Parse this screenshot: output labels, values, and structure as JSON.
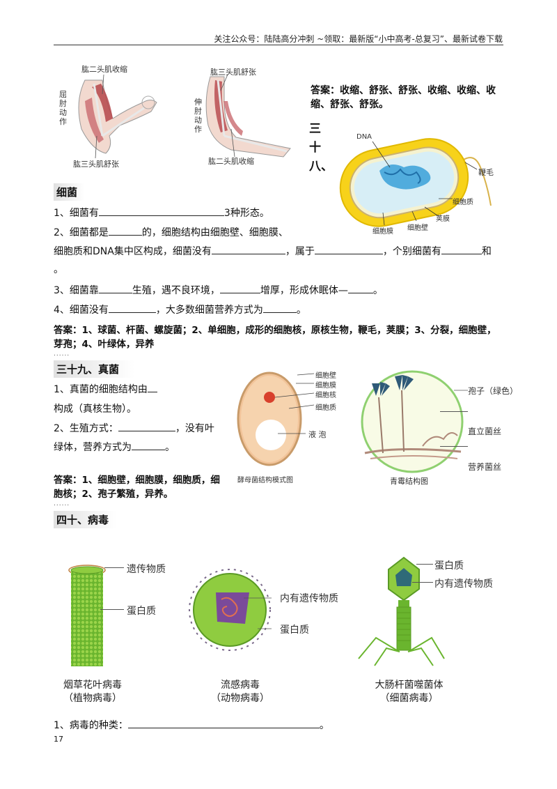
{
  "header": {
    "text": "关注公众号：陆陆高分冲刺  ~领取：最新版“小中高考-总复习”、最新试卷下载"
  },
  "muscle_figure": {
    "label_top_left": "肱二头肌收缩",
    "label_side_left": [
      "屈",
      "肘",
      "动",
      "作"
    ],
    "label_bottom_left": "肱三头肌舒张",
    "label_top_right": "肱三头肌舒张",
    "label_side_right": [
      "伸",
      "肘",
      "动",
      "作"
    ],
    "label_bottom_right": "肱二头肌收缩"
  },
  "muscle_answer": {
    "line1": "答案：收缩、舒张、舒张、收缩、收缩、收",
    "line2": "缩、舒张、舒张。"
  },
  "sec38": {
    "chars": [
      "三",
      "十",
      "八",
      "、"
    ]
  },
  "bacteria_figure": {
    "dna": "DNA",
    "flagellum": "鞭毛",
    "cytoplasm": "细胞质",
    "capsule": "荚膜",
    "cell_wall": "细胞壁",
    "cell_membrane": "细胞膜"
  },
  "bacteria": {
    "title": "细菌",
    "q1_pre": "1、细菌有",
    "q1_post": "3种形态。",
    "q2_pre": "2、细菌都是",
    "q2_post": "的，细胞结构由细胞壁、细胞膜、",
    "q2b_pre": "细胞质和DNA集中区构成，细菌没有",
    "q2b_mid": "，属于",
    "q2b_mid2": "，个别细菌有",
    "q2b_post": "和",
    "q2c": "。",
    "q3_pre": "3、细菌靠",
    "q3_mid": "生殖，遇不良环境，",
    "q3_mid2": "增厚，形成休眠体—",
    "q3_post": "。",
    "q4_pre": "4、细菌没有",
    "q4_mid": "，大多数细菌营养方式为",
    "q4_post": "。",
    "answer1": "答案：1、球菌、杆菌、螺旋菌；2、单细胞，成形的细胞核，原核生物，鞭毛，荚膜；3、分裂，细胞壁，",
    "answer2": "芽孢；4、叶绿体，异养",
    "dots": "......"
  },
  "fungi": {
    "title": "三十九、真菌",
    "q1_pre": "1、真菌的细胞结构由",
    "q1b": "构成（真核生物）。",
    "q2_pre": "2、生殖方式：",
    "q2_post": "，没有叶",
    "q2b_pre": "绿体，营养方式为",
    "q2b_post": "。",
    "answer1": "答案：1、细胞壁，细胞膜，细胞质，细",
    "answer2": "胞核；2、孢子繁殖，异养。",
    "dots": "......"
  },
  "yeast_figure": {
    "cell_wall": "细胞壁",
    "cell_membrane": "细胞膜",
    "nucleus": "细胞核",
    "cytoplasm": "细胞质",
    "vacuole": "液 泡",
    "caption": "酵母菌结构模式图"
  },
  "penicillium_figure": {
    "spores": "孢子（绿色）",
    "upright_hyphae": "直立菌丝",
    "feeding_hyphae": "营养菌丝",
    "caption": "青霉结构图"
  },
  "virus": {
    "title": "四十、病毒",
    "tmv_label1": "遗传物质",
    "tmv_label2": "蛋白质",
    "tmv_name": "烟草花叶病毒",
    "tmv_type": "（植物病毒）",
    "flu_label1": "内有遗传物质",
    "flu_label2": "蛋白质",
    "flu_name": "流感病毒",
    "flu_type": "（动物病毒）",
    "phage_label1": "蛋白质",
    "phage_label2": "内有遗传物质",
    "phage_name": "大肠杆菌噬菌体",
    "phage_type": "（细菌病毒）",
    "q1_pre": "1、病毒的种类：",
    "q1_post": "。"
  },
  "page_number": "17"
}
